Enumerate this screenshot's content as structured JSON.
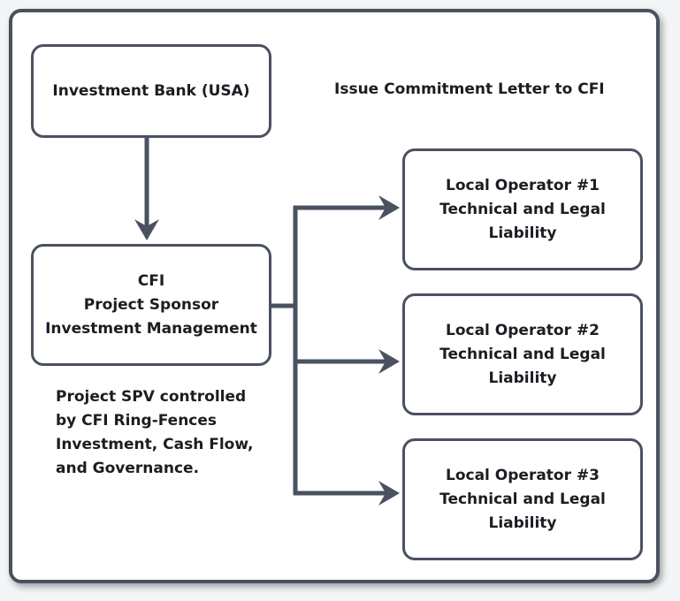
{
  "nodes": {
    "bank": {
      "label": "Investment Bank (USA)"
    },
    "cfi": {
      "lines": [
        "CFI",
        "Project Sponsor",
        "Investment Management"
      ]
    },
    "operator1": {
      "lines": [
        "Local Operator #1",
        "Technical and Legal",
        "Liability"
      ]
    },
    "operator2": {
      "lines": [
        "Local Operator #2",
        "Technical and Legal",
        "Liability"
      ]
    },
    "operator3": {
      "lines": [
        "Local Operator #3",
        "Technical and Legal",
        "Liability"
      ]
    }
  },
  "annotations": {
    "commitment": "Issue Commitment Letter to CFI",
    "spv_note": [
      "Project SPV controlled",
      "by CFI Ring-Fences",
      "Investment, Cash Flow,",
      "and Governance."
    ]
  },
  "colors": {
    "stroke": "#4a5160",
    "text": "#1b1d22",
    "background": "#ffffff"
  }
}
